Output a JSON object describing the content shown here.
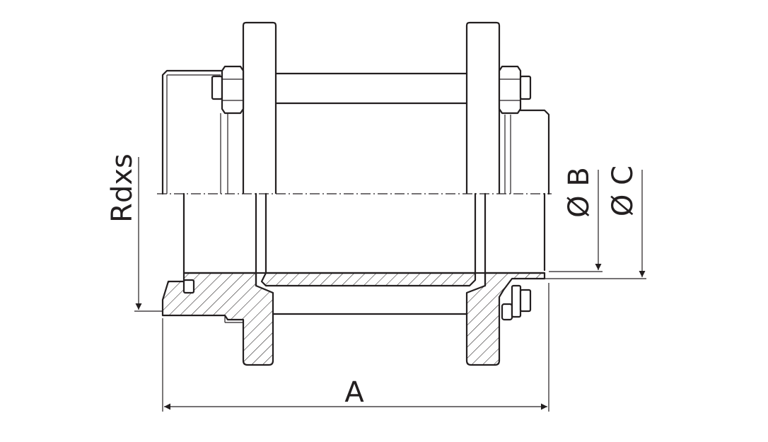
{
  "diagram": {
    "labels": {
      "length": "A",
      "thread": "Rdxs",
      "diameter_b": "Ø B",
      "diameter_c": "Ø C"
    },
    "colors": {
      "line": "#231f20",
      "background": "#ffffff"
    }
  }
}
